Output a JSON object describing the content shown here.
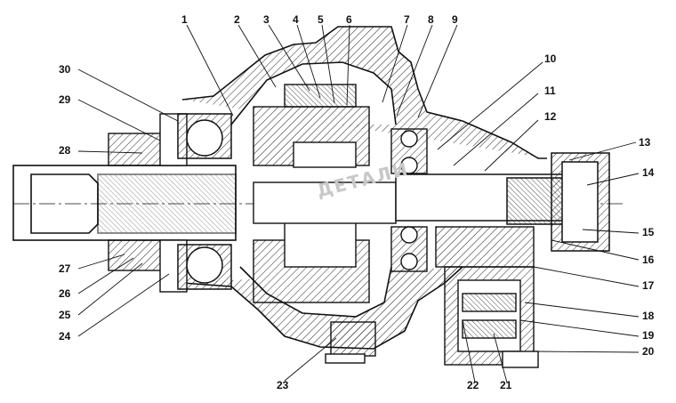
{
  "labels": {
    "n1": "1",
    "n2": "2",
    "n3": "3",
    "n4": "4",
    "n5": "5",
    "n6": "6",
    "n7": "7",
    "n8": "8",
    "n9": "9",
    "n10": "10",
    "n11": "11",
    "n12": "12",
    "n13": "13",
    "n14": "14",
    "n15": "15",
    "n16": "16",
    "n17": "17",
    "n18": "18",
    "n19": "19",
    "n20": "20",
    "n21": "21",
    "n22": "22",
    "n23": "23",
    "n24": "24",
    "n25": "25",
    "n26": "26",
    "n27": "27",
    "n28": "28",
    "n29": "29",
    "n30": "30"
  },
  "watermark": {
    "text": "ДЕТАЛИ"
  },
  "colors": {
    "line": "#111111",
    "hatch": "#222222",
    "background": "#ffffff"
  }
}
